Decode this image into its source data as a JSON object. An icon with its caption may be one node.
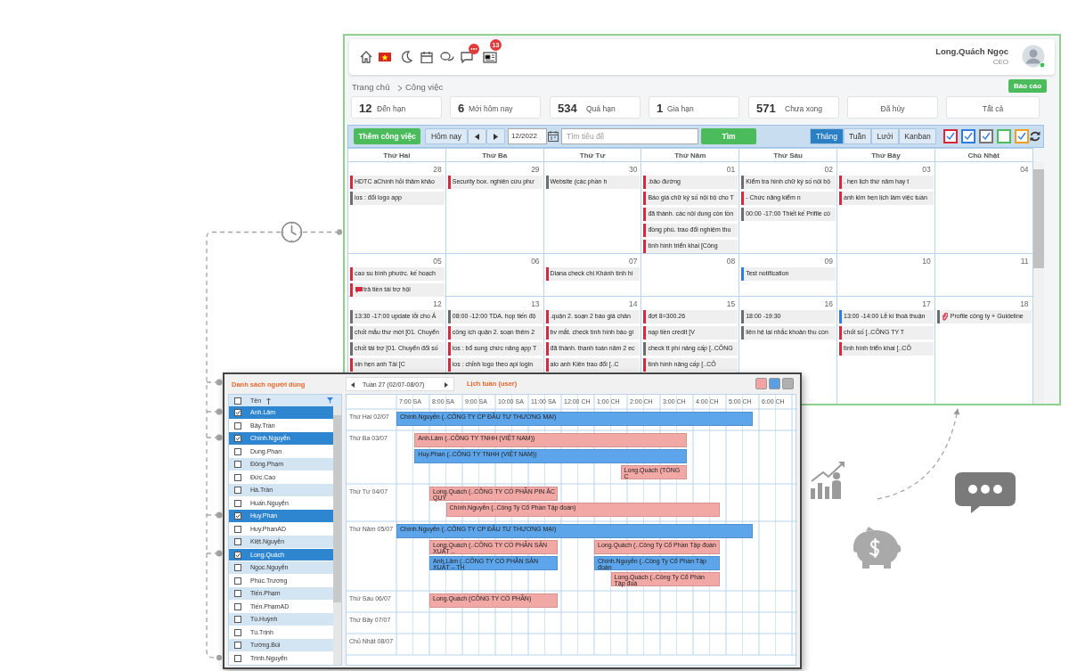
{
  "diagram": {
    "nodes": [
      {
        "text": [],
        "shape": "picture"
      },
      {
        "text": [],
        "shape": "picture"
      },
      {
        "text": [],
        "shape": "picture"
      },
      {
        "text": [],
        "shape": "picture"
      },
      {
        "text": [],
        "shape": "picture"
      },
      {
        "text": [],
        "shape": "picture"
      }
    ],
    "edges": [
      {
        "from": 2,
        "to": 0,
        "arrow": "other",
        "style": "dashed"
      },
      {
        "from": 2,
        "to": 1,
        "arrow": "other",
        "style": "dashed"
      },
      {
        "from": null,
        "to": 0,
        "arrow": "to",
        "style": "dashed"
      }
    ],
    "labels": [
      "Long.Quách Ngọc",
      "CEO",
      "13",
      "Trang chủ",
      "Công việc",
      "Báo cáo",
      "12",
      "Đến hạn",
      "6",
      "Mới hôm nay",
      "534",
      "Quá hạn",
      "1",
      "Gia hạn",
      "571",
      "Chưa xong",
      "Đã hủy",
      "Tất cả",
      "Thêm công việc",
      "Hôm nay",
      "12/2022",
      "Tìm tiêu đề",
      "Tìm",
      "Tháng",
      "Tuần",
      "Lưới",
      "Kanban",
      "Thứ Hai",
      "Thứ Ba",
      "Thứ Tư",
      "Thứ Năm",
      "Thứ Sáu",
      "Thứ Bảy",
      "Chủ Nhật",
      "28",
      "HDTC aChính hỏi thăm khảo",
      "ios : đổi logo app",
      "29",
      "Security box. nghiên cứu phư",
      "30",
      "Website (các phần h",
      "01",
      ".bảo đường",
      "Báo giá chữ ký số nội bộ cho T",
      "đã thành. các nội dung còn tồn",
      "đồng phú. trao đổi nghiệm thu",
      "tình hình triển khai [Công",
      "02",
      "Kiểm tra hình chữ ký số nội bộ",
      "- Chức năng kiểm n",
      "00:00 -17:00 Thiết kế Prifile có",
      "03",
      ". hẹn lịch thứ năm hay t",
      "anh kim hẹn lịch làm việc tuần",
      "04",
      "05",
      "cao su bình phước. kế hoạch",
      "trả tiền tài trợ hội",
      "06",
      "07",
      "Diana check chị Khánh tình hì",
      "08",
      "09",
      "Test notification",
      "10",
      "11",
      "12",
      "13:30 -17:00 update lỗi cho Á",
      "chốt mẫu thư mời [01. Chuyển",
      "chốt tài trợ [01. Chuyển đổi số",
      "xin hẹn anh Tài [C",
      "13",
      "08:00 -12:00 TDA. họp tiến độ",
      "công ích quận 2. soạn thêm 2",
      "ios : bổ sung chức năng app T",
      "ios : chỉnh logo theo api login",
      "14",
      ".quận 2. soạn 2 báo giá chân",
      "bv mắt. check tình hình báo gi",
      "đã thành. thanh toán năm 2 ec",
      "alo anh Kiên trao đổi [..C",
      "15",
      "đợt 8=300.26",
      "nạp tiền credit [V",
      "check tt phí nâng cấp [..CÔNG",
      "tình hình nâng cấp [..CÔ",
      "16",
      "18:00 -19:30",
      "liên hệ lại nhắc khoản thu còn",
      "17",
      "13:00 -14:00 Lễ kí thoả thuận",
      "chốt số [..CÔNG TY T",
      "tình hình triển khai [..CÔ",
      "18",
      "Profile công ty + Guideline",
      "Danh sách người dùng",
      "Tên",
      "Anh.Lâm",
      "Bảy.Trần",
      "Chính.Nguyễn",
      "Dung.Phan",
      "Đông.Phạm",
      "Đức.Cao",
      "Hà.Trần",
      "Huấn.Nguyễn",
      "Huy.Phan",
      "Huy.PhanAD",
      "Kiệt.Nguyễn",
      "Long.Quách",
      "Ngọc.Nguyễn",
      "Phúc.Trương",
      "Tiến.Phạm",
      "Tiến.PhạmAD",
      "Tú.Huỳnh",
      "Tú.Trịnh",
      "Tường.Bùi",
      "Trinh.Nguyễn",
      "Tuần 27 (02/07-08/07)",
      "Lịch tuần (user)",
      "7:00 SA",
      "8:00 SA",
      "9:00 SA",
      "10:00 SA",
      "11:00 SA",
      "12:00 CH",
      "1:00 CH",
      "2:00 CH",
      "3:00 CH",
      "4:00 CH",
      "5:00 CH",
      "6:00 CH",
      "Thứ Hai 02/07",
      "Chính.Nguyễn (..CÔNG TY CP ĐẦU TƯ THƯƠNG MẠI)",
      "Thứ Ba 03/07",
      "Anh.Lâm (..CÔNG TY TNHH (VIỆT NAM))",
      "Huy.Phan (..CÔNG TY TNHH (VIỆT NAM))",
      "Long.Quách (TỔNG C",
      "Thứ Tư 04/07",
      "Long.Quách (..CÔNG TY CỔ PHẦN PIN ẮC QUY",
      "Chính.Nguyễn (..Công Ty Cổ Phần Tập đoàn)",
      "Thứ Năm 05/07",
      "Chính.Nguyễn (..CÔNG TY CP ĐẦU TƯ THƯƠNG MẠI)",
      "Long.Quách (..CÔNG TY CỔ PHẦN SẢN XUẤT ..",
      "Long.Quách (..Công Ty Cổ Phần Tập đoàn",
      "Anh.Lâm (..CÔNG TY CỔ PHẦN SẢN XUẤT – TH",
      "Chính.Nguyễn (..Công Ty Cổ Phần Tập đoàn",
      "Long.Quách (..Công Ty Cổ Phần Tập đoà",
      "Thứ Sáu 06/07",
      "Long.Quách (CÔNG TY CỔ PHẦN)",
      "Thứ Bảy 07/07",
      "Chủ Nhật 08/07"
    ]
  }
}
